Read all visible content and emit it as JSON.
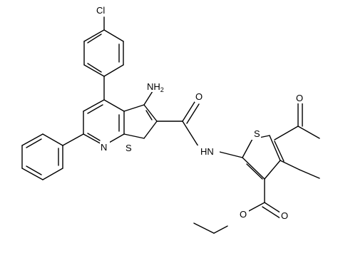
{
  "molecule": {
    "atom_labels": {
      "chlorine": "Cl",
      "amino": "NH",
      "amino_sub": "2",
      "amino_text": "NH2",
      "pyridine_nitrogen": "N",
      "fused_sulfur": "S",
      "amide_oxygen": "O",
      "amide_nh": "HN",
      "thiophene_sulfur": "S",
      "acetyl_oxygen": "O",
      "ester_carbonyl_oxygen": "O",
      "ester_ether_oxygen": "O"
    }
  }
}
